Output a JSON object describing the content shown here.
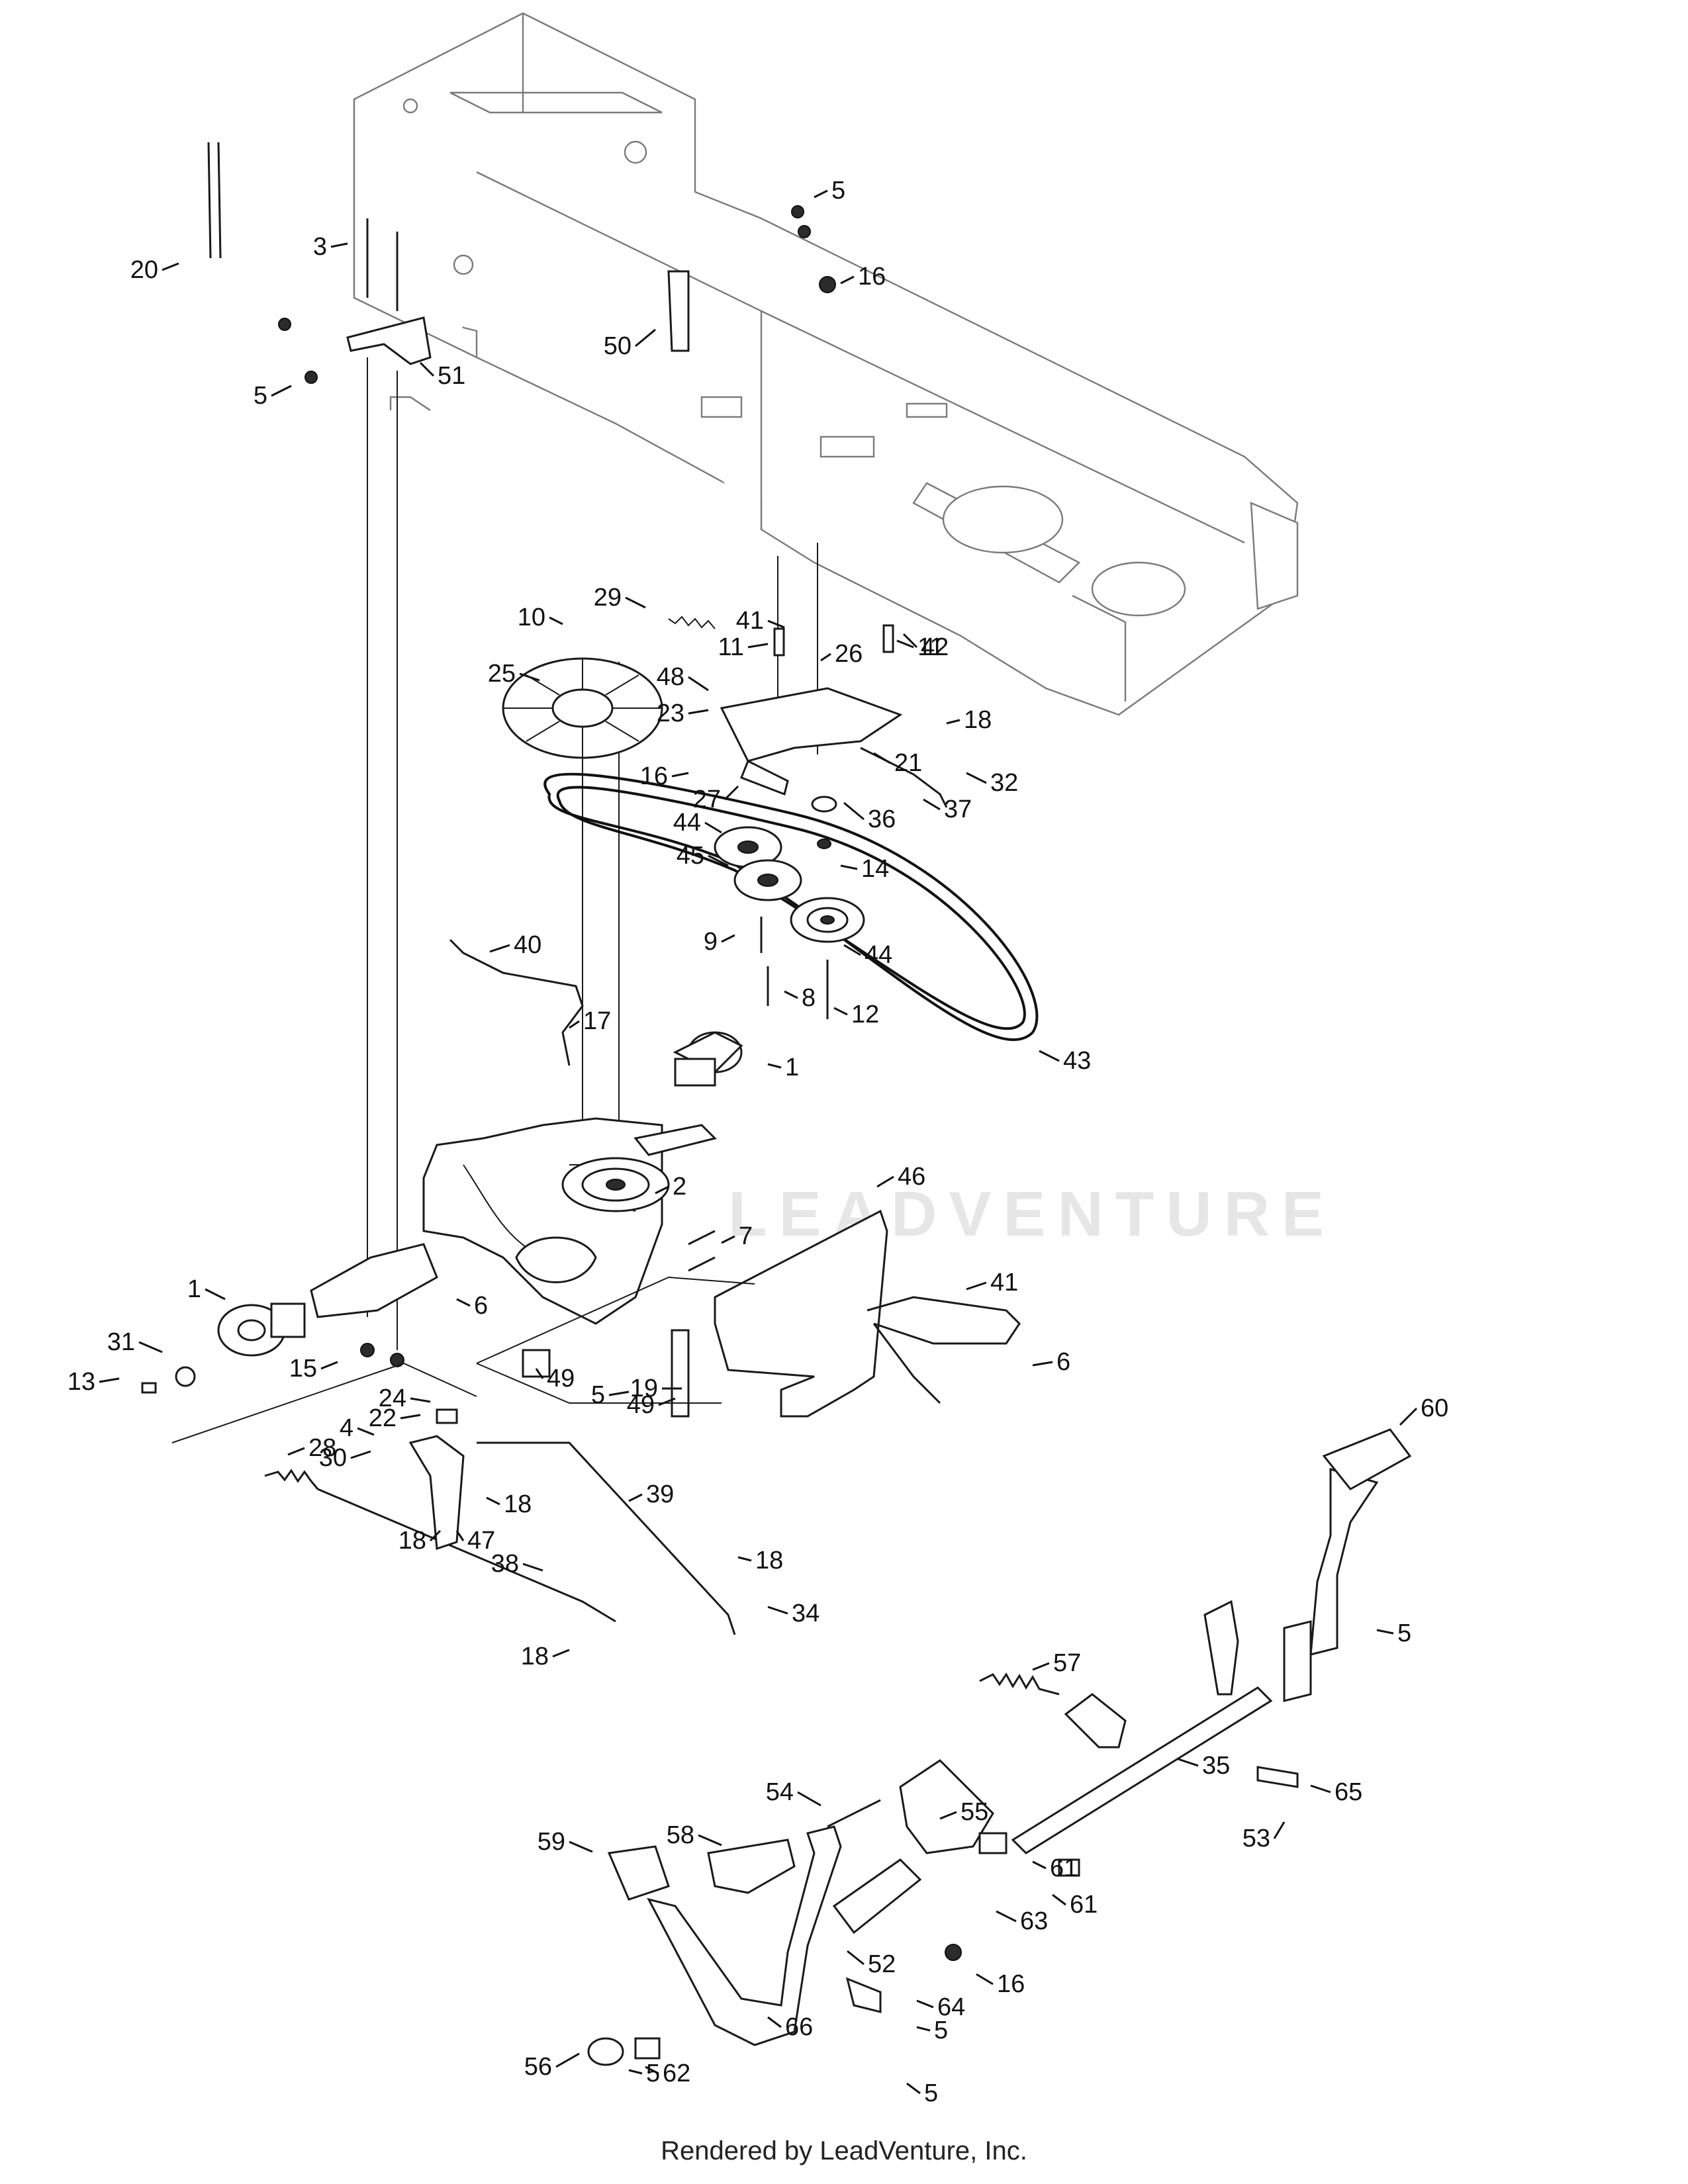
{
  "footer": "Rendered by LeadVenture, Inc.",
  "watermark": "LEADVENTURE",
  "callouts": [
    {
      "n": "1"
    },
    {
      "n": "1"
    },
    {
      "n": "2"
    },
    {
      "n": "3"
    },
    {
      "n": "4"
    },
    {
      "n": "5"
    },
    {
      "n": "5"
    },
    {
      "n": "5"
    },
    {
      "n": "5"
    },
    {
      "n": "5"
    },
    {
      "n": "5"
    },
    {
      "n": "5"
    },
    {
      "n": "6"
    },
    {
      "n": "6"
    },
    {
      "n": "7"
    },
    {
      "n": "8"
    },
    {
      "n": "9"
    },
    {
      "n": "10"
    },
    {
      "n": "11"
    },
    {
      "n": "11"
    },
    {
      "n": "12"
    },
    {
      "n": "13"
    },
    {
      "n": "14"
    },
    {
      "n": "15"
    },
    {
      "n": "16"
    },
    {
      "n": "16"
    },
    {
      "n": "16"
    },
    {
      "n": "17"
    },
    {
      "n": "18"
    },
    {
      "n": "18"
    },
    {
      "n": "18"
    },
    {
      "n": "18"
    },
    {
      "n": "18"
    },
    {
      "n": "19"
    },
    {
      "n": "20"
    },
    {
      "n": "21"
    },
    {
      "n": "22"
    },
    {
      "n": "23"
    },
    {
      "n": "24"
    },
    {
      "n": "25"
    },
    {
      "n": "26"
    },
    {
      "n": "27"
    },
    {
      "n": "28"
    },
    {
      "n": "29"
    },
    {
      "n": "30"
    },
    {
      "n": "31"
    },
    {
      "n": "32"
    },
    {
      "n": "34"
    },
    {
      "n": "35"
    },
    {
      "n": "36"
    },
    {
      "n": "37"
    },
    {
      "n": "38"
    },
    {
      "n": "39"
    },
    {
      "n": "40"
    },
    {
      "n": "41"
    },
    {
      "n": "41"
    },
    {
      "n": "42"
    },
    {
      "n": "43"
    },
    {
      "n": "44"
    },
    {
      "n": "44"
    },
    {
      "n": "45"
    },
    {
      "n": "46"
    },
    {
      "n": "47"
    },
    {
      "n": "48"
    },
    {
      "n": "49"
    },
    {
      "n": "49"
    },
    {
      "n": "50"
    },
    {
      "n": "51"
    },
    {
      "n": "52"
    },
    {
      "n": "53"
    },
    {
      "n": "54"
    },
    {
      "n": "55"
    },
    {
      "n": "56"
    },
    {
      "n": "57"
    },
    {
      "n": "58"
    },
    {
      "n": "59"
    },
    {
      "n": "60"
    },
    {
      "n": "61"
    },
    {
      "n": "61"
    },
    {
      "n": "62"
    },
    {
      "n": "63"
    },
    {
      "n": "64"
    },
    {
      "n": "65"
    },
    {
      "n": "66"
    }
  ]
}
